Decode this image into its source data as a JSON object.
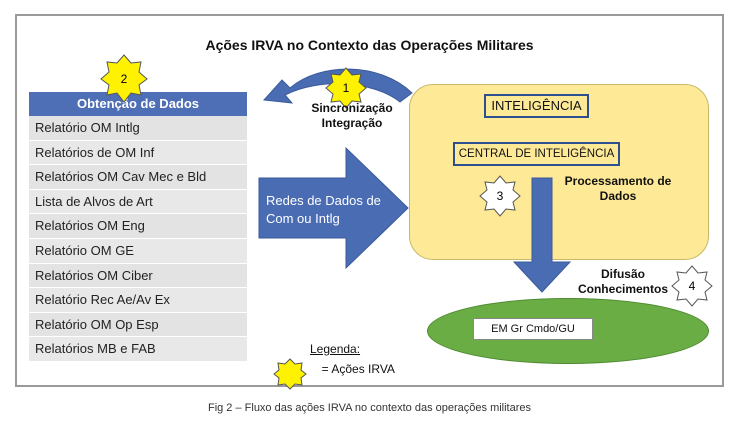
{
  "title": "Ações IRVA no Contexto das Operações Militares",
  "list": {
    "header": "Obtenção de Dados",
    "items": [
      "Relatório OM Intlg",
      "Relatórios de OM Inf",
      "Relatórios OM Cav Mec e Bld",
      "Lista de Alvos de Art",
      "Relatórios OM Eng",
      "Relatório OM GE",
      "Relatórios OM Ciber",
      "Relatório Rec Ae/Av Ex",
      "Relatório OM Op Esp",
      "Relatórios MB e FAB"
    ]
  },
  "sync_label": "Sincronização\nIntegração",
  "redes_label": "Redes de Dados de Com ou Intlg",
  "inteligencia": "INTELIGÊNCIA",
  "central": "CENTRAL DE INTELIGÊNCIA",
  "processamento": "Processamento de Dados",
  "difusao": "Difusão Conhecimentos",
  "em_box": "EM Gr Cmdo/GU",
  "badges": {
    "b1": "1",
    "b2": "2",
    "b3": "3",
    "b4": "4"
  },
  "legend": {
    "title": "Legenda:",
    "text": "= Ações IRVA"
  },
  "caption": "Fig 2 – Fluxo das ações IRVA no contexto das operações militares",
  "colors": {
    "header_blue": "#4e6fb5",
    "arrow_blue": "#4a6cb3",
    "yellow_fill": "#fde996",
    "star_yellow": "#fff200",
    "ellipse_green": "#6aad45"
  }
}
